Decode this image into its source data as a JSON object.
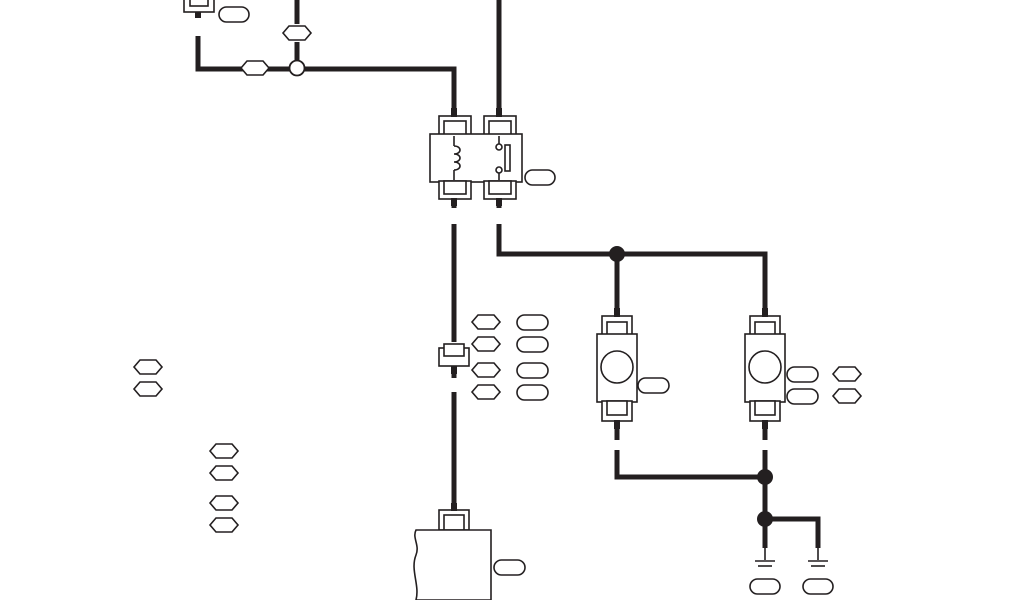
{
  "diagram": {
    "type": "wiring-diagram",
    "colors": {
      "wire": "#231f20",
      "background": "#ffffff"
    },
    "components": [
      {
        "id": "relay",
        "icon": "relay-icon",
        "pins": [
          "coil-in",
          "switch-in",
          "coil-out",
          "switch-out"
        ]
      },
      {
        "id": "inline-connector",
        "icon": "connector-icon"
      },
      {
        "id": "lamp-left",
        "icon": "lamp-icon"
      },
      {
        "id": "lamp-right",
        "icon": "lamp-icon"
      },
      {
        "id": "module",
        "icon": "module-block-icon"
      },
      {
        "id": "ground-left",
        "icon": "ground-icon"
      },
      {
        "id": "ground-right",
        "icon": "ground-icon"
      },
      {
        "id": "top-left-connector",
        "icon": "connector-icon"
      }
    ],
    "junctions": [
      "splice-open",
      "splice-lamps",
      "splice-return",
      "splice-ground"
    ],
    "text": []
  }
}
